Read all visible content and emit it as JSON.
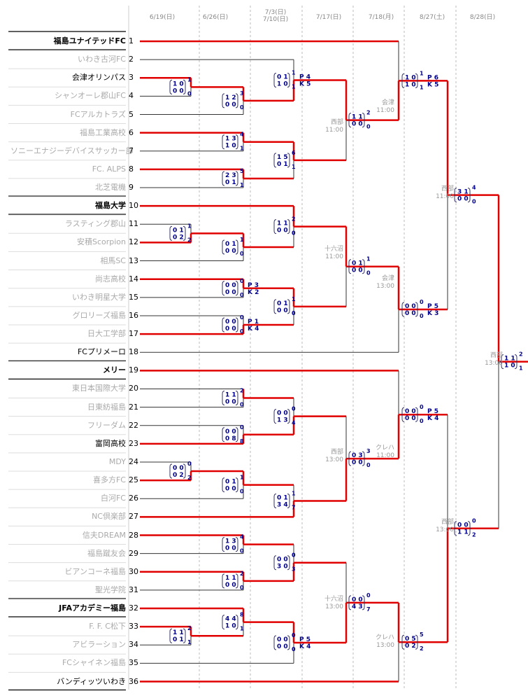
{
  "dates": [
    "6/19(日)",
    "6/26(日)",
    "7/3(日)\n7/10(日)",
    "7/17(日)",
    "7/18(月)",
    "8/27(土)",
    "8/28(日)"
  ],
  "teams": [
    {
      "no": "1",
      "name": "福島ユナイテッドFC",
      "bold": true,
      "win": true
    },
    {
      "no": "2",
      "name": "いわき古河FC",
      "bold": false,
      "win": false
    },
    {
      "no": "3",
      "name": "会津オリンパス",
      "bold": false,
      "win": true
    },
    {
      "no": "4",
      "name": "シャンオーレ郡山FC",
      "bold": false,
      "win": false
    },
    {
      "no": "5",
      "name": "FCアルカトラズ",
      "bold": false,
      "win": false
    },
    {
      "no": "6",
      "name": "福島工業高校",
      "bold": false,
      "win": false
    },
    {
      "no": "7",
      "name": "ソニーエナジーデバイスサッカー部",
      "bold": false,
      "win": false
    },
    {
      "no": "8",
      "name": "FC. ALPS",
      "bold": false,
      "win": false
    },
    {
      "no": "9",
      "name": "北芝電機",
      "bold": false,
      "win": false
    },
    {
      "no": "10",
      "name": "福島大学",
      "bold": true,
      "win": true
    },
    {
      "no": "11",
      "name": "ラスティング郡山",
      "bold": false,
      "win": false
    },
    {
      "no": "12",
      "name": "安積Scorpion",
      "bold": false,
      "win": false
    },
    {
      "no": "13",
      "name": "相馬SC",
      "bold": false,
      "win": false
    },
    {
      "no": "14",
      "name": "尚志高校",
      "bold": false,
      "win": false
    },
    {
      "no": "15",
      "name": "いわき明星大学",
      "bold": false,
      "win": false
    },
    {
      "no": "16",
      "name": "グロリーズ福島",
      "bold": false,
      "win": false
    },
    {
      "no": "17",
      "name": "日大工学部",
      "bold": false,
      "win": false
    },
    {
      "no": "18",
      "name": "FCプリメーロ",
      "bold": false,
      "win": true
    },
    {
      "no": "19",
      "name": "メリー",
      "bold": true,
      "win": true
    },
    {
      "no": "20",
      "name": "東日本国際大学",
      "bold": false,
      "win": false
    },
    {
      "no": "21",
      "name": "日東紡福島",
      "bold": false,
      "win": false
    },
    {
      "no": "22",
      "name": "フリーダム",
      "bold": false,
      "win": false
    },
    {
      "no": "23",
      "name": "富岡高校",
      "bold": false,
      "win": true
    },
    {
      "no": "24",
      "name": "MDY",
      "bold": false,
      "win": false
    },
    {
      "no": "25",
      "name": "喜多方FC",
      "bold": false,
      "win": false
    },
    {
      "no": "26",
      "name": "白河FC",
      "bold": false,
      "win": false
    },
    {
      "no": "27",
      "name": "NC倶楽部",
      "bold": false,
      "win": false
    },
    {
      "no": "28",
      "name": "信夫DREAM",
      "bold": false,
      "win": false
    },
    {
      "no": "29",
      "name": "福島蹴友会",
      "bold": false,
      "win": false
    },
    {
      "no": "30",
      "name": "ビアンコーネ福島",
      "bold": false,
      "win": false
    },
    {
      "no": "31",
      "name": "聖光学院",
      "bold": false,
      "win": false
    },
    {
      "no": "32",
      "name": "JFAアカデミー福島",
      "bold": true,
      "win": true
    },
    {
      "no": "33",
      "name": "F. F. C松下",
      "bold": false,
      "win": false
    },
    {
      "no": "34",
      "name": "アビラーション",
      "bold": false,
      "win": false
    },
    {
      "no": "35",
      "name": "FCシャイネン福島",
      "bold": false,
      "win": false
    },
    {
      "no": "36",
      "name": "バンディッツいわき",
      "bold": false,
      "win": true
    }
  ],
  "venues": [
    {
      "name": "会津",
      "time": "11:00"
    },
    {
      "name": "西部",
      "time": "11:00"
    },
    {
      "name": "十六沼",
      "time": "11:00"
    },
    {
      "name": "会津",
      "time": "13:00"
    },
    {
      "name": "クレハ",
      "time": "11:00"
    },
    {
      "name": "西部",
      "time": "13:00"
    },
    {
      "name": "十六沼",
      "time": "13:00"
    },
    {
      "name": "クレハ",
      "time": "13:00"
    },
    {
      "name": "西部",
      "time": "11:00"
    },
    {
      "name": "西部",
      "time": "13:00"
    },
    {
      "name": "西部",
      "time": "13:00"
    }
  ],
  "matches": [
    {
      "id": "m3-4",
      "total": [
        "1",
        "0"
      ],
      "halves": [
        [
          "1",
          "0"
        ],
        [
          "0",
          "0"
        ]
      ],
      "pk": null
    },
    {
      "id": "m11-12",
      "total": [
        "1",
        "2"
      ],
      "halves": [
        [
          "0",
          "1"
        ],
        [
          "0",
          "2"
        ]
      ],
      "pk": null
    },
    {
      "id": "m24-25",
      "total": [
        "0",
        "2"
      ],
      "halves": [
        [
          "0",
          "0"
        ],
        [
          "0",
          "2"
        ]
      ],
      "pk": null
    },
    {
      "id": "m33-34",
      "total": [
        "2",
        "1"
      ],
      "halves": [
        [
          "1",
          "1"
        ],
        [
          "0",
          "1"
        ]
      ],
      "pk": null
    },
    {
      "id": "m3-5",
      "total": [
        "3",
        "0"
      ],
      "halves": [
        [
          "1",
          "2"
        ],
        [
          "0",
          "0"
        ]
      ],
      "pk": null
    },
    {
      "id": "m6-7",
      "total": [
        "4",
        "1"
      ],
      "halves": [
        [
          "1",
          "3"
        ],
        [
          "1",
          "0"
        ]
      ],
      "pk": null
    },
    {
      "id": "m8-9",
      "total": [
        "5",
        "1"
      ],
      "halves": [
        [
          "2",
          "3"
        ],
        [
          "0",
          "1"
        ]
      ],
      "pk": null
    },
    {
      "id": "m12-13",
      "total": [
        "1",
        "0"
      ],
      "halves": [
        [
          "0",
          "1"
        ],
        [
          "0",
          "0"
        ]
      ],
      "pk": null
    },
    {
      "id": "m14-15",
      "total": [
        "0",
        "0"
      ],
      "halves": [
        [
          "0",
          "0"
        ],
        [
          "0",
          "0"
        ]
      ],
      "pk": [
        "3",
        "2"
      ]
    },
    {
      "id": "m16-17",
      "total": [
        "0",
        "0"
      ],
      "halves": [
        [
          "0",
          "0"
        ],
        [
          "0",
          "0"
        ]
      ],
      "pk": [
        "1",
        "4"
      ]
    },
    {
      "id": "m20-21",
      "total": [
        "2",
        "0"
      ],
      "halves": [
        [
          "1",
          "1"
        ],
        [
          "0",
          "0"
        ]
      ],
      "pk": null
    },
    {
      "id": "m22-23",
      "total": [
        "0",
        "8"
      ],
      "halves": [
        [
          "0",
          "0"
        ],
        [
          "0",
          "8"
        ]
      ],
      "pk": null
    },
    {
      "id": "m25-26",
      "total": [
        "1",
        "0"
      ],
      "halves": [
        [
          "0",
          "1"
        ],
        [
          "0",
          "0"
        ]
      ],
      "pk": null
    },
    {
      "id": "m28-29",
      "total": [
        "4",
        "0"
      ],
      "halves": [
        [
          "1",
          "3"
        ],
        [
          "0",
          "0"
        ]
      ],
      "pk": null
    },
    {
      "id": "m30-31",
      "total": [
        "2",
        "0"
      ],
      "halves": [
        [
          "1",
          "1"
        ],
        [
          "0",
          "0"
        ]
      ],
      "pk": null
    },
    {
      "id": "m32-33",
      "total": [
        "8",
        "1"
      ],
      "halves": [
        [
          "4",
          "4"
        ],
        [
          "1",
          "0"
        ]
      ],
      "pk": null
    },
    {
      "id": "m2-3",
      "total": [
        "1",
        "1"
      ],
      "halves": [
        [
          "0",
          "1"
        ],
        [
          "1",
          "0"
        ]
      ],
      "pk": [
        "4",
        "5"
      ]
    },
    {
      "id": "m6-8",
      "total": [
        "6",
        "1"
      ],
      "halves": [
        [
          "1",
          "5"
        ],
        [
          "0",
          "1"
        ]
      ],
      "pk": null
    },
    {
      "id": "m10-11",
      "total": [
        "2",
        "0"
      ],
      "halves": [
        [
          "1",
          "1"
        ],
        [
          "0",
          "0"
        ]
      ],
      "pk": null
    },
    {
      "id": "m14-16",
      "total": [
        "1",
        "0"
      ],
      "halves": [
        [
          "0",
          "1"
        ],
        [
          "0",
          "0"
        ]
      ],
      "pk": null
    },
    {
      "id": "m20-22",
      "total": [
        "0",
        "4"
      ],
      "halves": [
        [
          "0",
          "0"
        ],
        [
          "1",
          "3"
        ]
      ],
      "pk": null
    },
    {
      "id": "m24-26",
      "total": [
        "1",
        "7"
      ],
      "halves": [
        [
          "0",
          "1"
        ],
        [
          "3",
          "4"
        ]
      ],
      "pk": null
    },
    {
      "id": "m28-30",
      "total": [
        "0",
        "3"
      ],
      "halves": [
        [
          "0",
          "0"
        ],
        [
          "3",
          "0"
        ]
      ],
      "pk": null
    },
    {
      "id": "m32-34",
      "total": [
        "0",
        "0"
      ],
      "halves": [
        [
          "0",
          "0"
        ],
        [
          "0",
          "0"
        ]
      ],
      "pk": [
        "5",
        "4"
      ]
    },
    {
      "id": "m3-6",
      "total": [
        "2",
        "0"
      ],
      "halves": [
        [
          "1",
          "1"
        ],
        [
          "0",
          "0"
        ]
      ],
      "pk": null
    },
    {
      "id": "m10-14",
      "total": [
        "1",
        "0"
      ],
      "halves": [
        [
          "0",
          "1"
        ],
        [
          "0",
          "0"
        ]
      ],
      "pk": null
    },
    {
      "id": "m23-27",
      "total": [
        "3",
        "0"
      ],
      "halves": [
        [
          "0",
          "3"
        ],
        [
          "0",
          "0"
        ]
      ],
      "pk": null
    },
    {
      "id": "m30-32",
      "total": [
        "0",
        "7"
      ],
      "halves": [
        [
          "0",
          "0"
        ],
        [
          "4",
          "3"
        ]
      ],
      "pk": null
    },
    {
      "id": "m1-3",
      "total": [
        "1",
        "1"
      ],
      "halves": [
        [
          "1",
          "0"
        ],
        [
          "1",
          "0"
        ]
      ],
      "pk": [
        "6",
        "5"
      ]
    },
    {
      "id": "m14-18",
      "total": [
        "0",
        "0"
      ],
      "halves": [
        [
          "0",
          "0"
        ],
        [
          "0",
          "0"
        ]
      ],
      "pk": [
        "5",
        "3"
      ]
    },
    {
      "id": "m19-23",
      "total": [
        "0",
        "0"
      ],
      "halves": [
        [
          "0",
          "0"
        ],
        [
          "0",
          "0"
        ]
      ],
      "pk": [
        "5",
        "4"
      ]
    },
    {
      "id": "m32-36",
      "total": [
        "5",
        "2"
      ],
      "halves": [
        [
          "0",
          "5"
        ],
        [
          "0",
          "2"
        ]
      ],
      "pk": null
    },
    {
      "id": "m1-10",
      "total": [
        "4",
        "0"
      ],
      "halves": [
        [
          "3",
          "1"
        ],
        [
          "0",
          "0"
        ]
      ],
      "pk": null
    },
    {
      "id": "m19-32",
      "total": [
        "0",
        "2"
      ],
      "halves": [
        [
          "0",
          "0"
        ],
        [
          "1",
          "1"
        ]
      ],
      "pk": null
    },
    {
      "id": "final",
      "total": [
        "2",
        "1"
      ],
      "halves": [
        [
          "1",
          "1"
        ],
        [
          "1",
          "0"
        ]
      ],
      "pk": null
    }
  ],
  "pk_labels": {
    "first": "P",
    "second": "K"
  }
}
